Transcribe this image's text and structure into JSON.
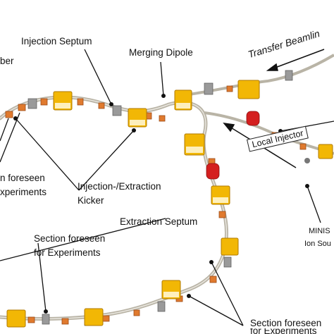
{
  "labels": {
    "fragment_top_left": "ber",
    "injection_septum": "Injection Septum",
    "merging_dipole": "Merging Dipole",
    "transfer_beamline": "Transfer Beamlin",
    "local_injector": "Local Injector",
    "section_left_line1": "n foreseen",
    "section_left_line2": "xperiments",
    "kicker_line1": "Injection-/Extraction",
    "kicker_line2": "Kicker",
    "extraction_septum": "Extraction Septum",
    "section_mid_line1": "Section foreseen",
    "section_mid_line2": "for Experiments",
    "minis_line1": "MINIS",
    "minis_line2": "Ion Sou",
    "section_right_line1": "Section foreseen",
    "section_right_line2": "for Experiments"
  },
  "colors": {
    "beampipe": "#b9b4a6",
    "magnet": "#f2b705",
    "magnet_dark": "#c98a00",
    "quad": "#e07a2e",
    "cavity": "#d41f1f",
    "steel": "#8c8c8c",
    "leader": "#111111"
  }
}
